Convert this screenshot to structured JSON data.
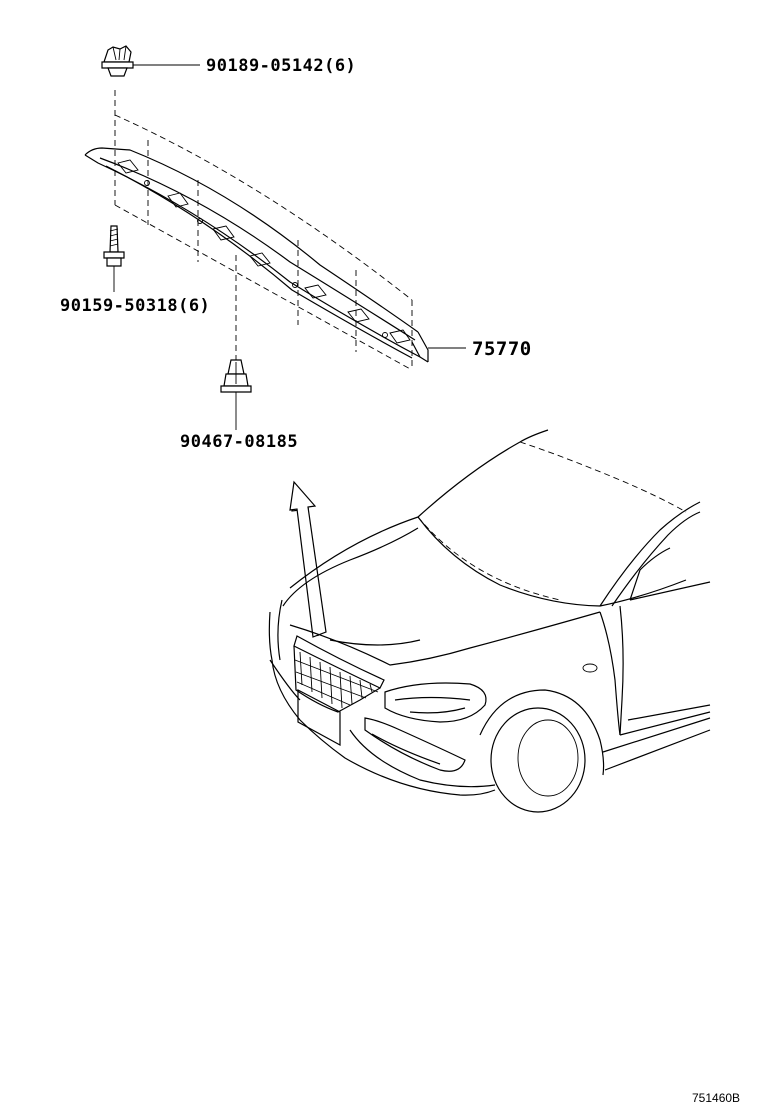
{
  "parts": {
    "clip_top": {
      "label": "90189-05142(6)"
    },
    "screw": {
      "label": "90159-50318(6)"
    },
    "clip_bottom": {
      "label": "90467-08185"
    },
    "seal": {
      "label": "75770"
    }
  },
  "reference_code": "751460B"
}
